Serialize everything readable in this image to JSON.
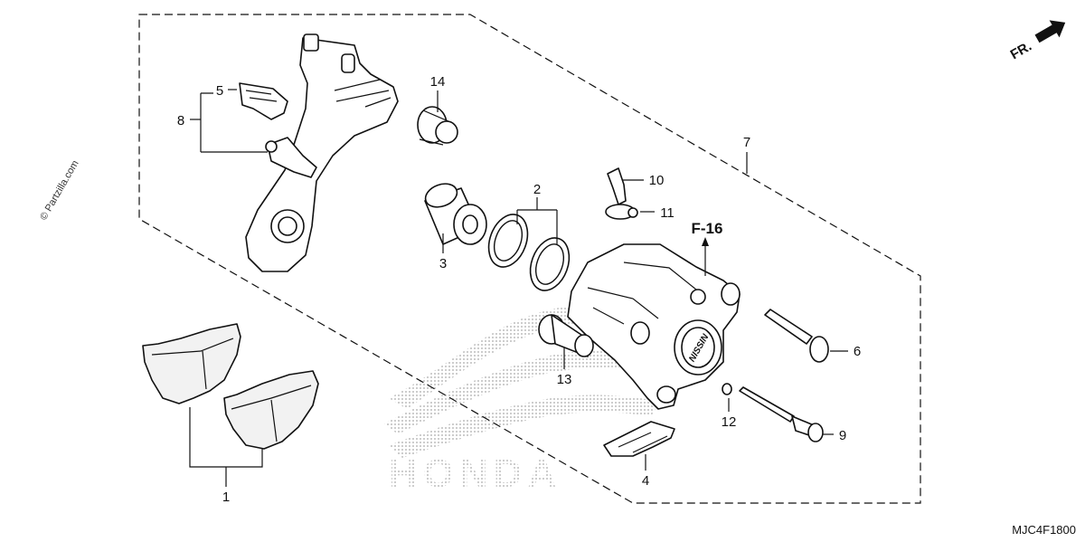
{
  "diagram": {
    "callouts": [
      {
        "id": "c1",
        "text": "1"
      },
      {
        "id": "c2",
        "text": "2"
      },
      {
        "id": "c3",
        "text": "3"
      },
      {
        "id": "c4",
        "text": "4"
      },
      {
        "id": "c5",
        "text": "5"
      },
      {
        "id": "c6",
        "text": "6"
      },
      {
        "id": "c7",
        "text": "7"
      },
      {
        "id": "c8",
        "text": "8"
      },
      {
        "id": "c9",
        "text": "9"
      },
      {
        "id": "c10",
        "text": "10"
      },
      {
        "id": "c11",
        "text": "11"
      },
      {
        "id": "c12",
        "text": "12"
      },
      {
        "id": "c13",
        "text": "13"
      },
      {
        "id": "c14",
        "text": "14"
      }
    ],
    "reference": "F-16",
    "front_indicator": "FR.",
    "diagram_code": "MJC4F1800",
    "watermark": "© Partzilla.com",
    "background_brand": "HONDA",
    "caliper_brand": "NISSIN",
    "colors": {
      "ink": "#111111",
      "halftone": "#bdbdbd"
    }
  }
}
